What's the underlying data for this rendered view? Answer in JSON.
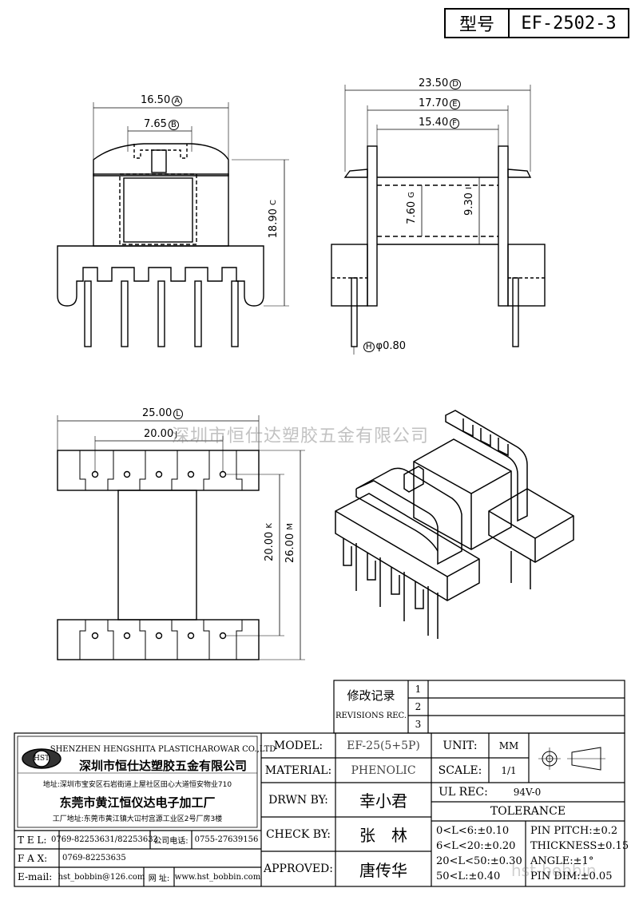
{
  "title": {
    "key": "型号",
    "value": "EF-2502-3"
  },
  "dimensions": {
    "a": "16.50",
    "a_mark": "A",
    "b": "7.65",
    "b_mark": "B",
    "c": "18.90",
    "c_mark": "C",
    "d": "23.50",
    "d_mark": "D",
    "e": "17.70",
    "e_mark": "E",
    "f": "15.40",
    "f_mark": "F",
    "g": "7.60",
    "g_mark": "G",
    "i": "9.30",
    "i_mark": "I",
    "h": "φ0.80",
    "h_mark": "H",
    "l": "25.00",
    "l_mark": "L",
    "j": "20.00",
    "j_mark": "J",
    "k": "20.00",
    "k_mark": "K",
    "m": "26.00",
    "m_mark": "M"
  },
  "watermark": "深圳市恒仕达塑胶五金有限公司",
  "watermark2": "hst-bobbin",
  "revisions": {
    "title_cn": "修改记录",
    "title_en": "REVISIONS REC.",
    "marks": [
      "1",
      "2",
      "3"
    ]
  },
  "company": {
    "logo": "HST",
    "name_en": "SHENZHEN HENGSHITA PLASTICHAROWAR CO.,LTD",
    "name_cn": "深圳市恒仕达塑胶五金有限公司",
    "address": "地址:深圳市宝安区石岩街道上屋社区田心大道恒安物业710",
    "factory": "东莞市黄江恒仪达电子加工厂",
    "factory_address": "工厂地址:东莞市黄江镇大冚村宫源工业区2号厂房3楼"
  },
  "contact": {
    "tel_label": "T E L:",
    "tel": "0769-82253631/82253632",
    "company_tel_label": "公司电话:",
    "company_tel": "0755-27639156",
    "fax_label": "F A X:",
    "fax": "0769-82253635",
    "email_label": "E-mail:",
    "email": "hst_bobbin@126.com",
    "web_label": "网 址:",
    "web": "www.hst_bobbin.com"
  },
  "spec": {
    "model_label": "MODEL:",
    "model": "EF-25(5+5P)",
    "material_label": "MATERIAL:",
    "material": "PHENOLIC",
    "drawn_label": "DRWN BY:",
    "drawn": "幸小君",
    "check_label": "CHECK BY:",
    "check": "张　林",
    "approved_label": "APPROVED:",
    "approved": "唐传华",
    "unit_label": "UNIT:",
    "unit": "MM",
    "scale_label": "SCALE:",
    "scale": "1/1",
    "ul_label": "UL REC:",
    "ul": "94V-0",
    "tolerance_label": "TOLERANCE",
    "tol": [
      "0<L<6:±0.10",
      "6<L<20:±0.20",
      "20<L<50:±0.30",
      "50<L:±0.40"
    ],
    "tol2": [
      "PIN PITCH:±0.2",
      "THICKNESS±0.15",
      "ANGLE:±1°",
      "PIN DIM:±0.05"
    ]
  }
}
